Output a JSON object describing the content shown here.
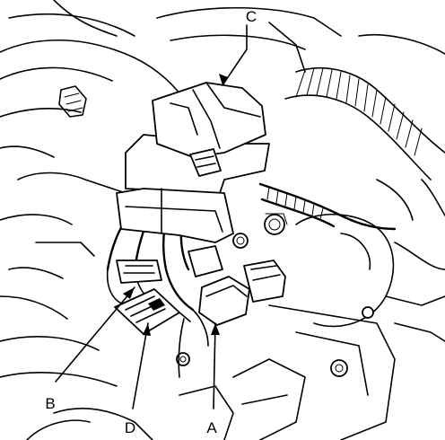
{
  "figure": {
    "callouts": [
      {
        "id": "A",
        "label": "A"
      },
      {
        "id": "B",
        "label": "B"
      },
      {
        "id": "C",
        "label": "C"
      },
      {
        "id": "D",
        "label": "D"
      }
    ]
  },
  "colors": {
    "ink": "#000000",
    "paper": "#ffffff"
  }
}
